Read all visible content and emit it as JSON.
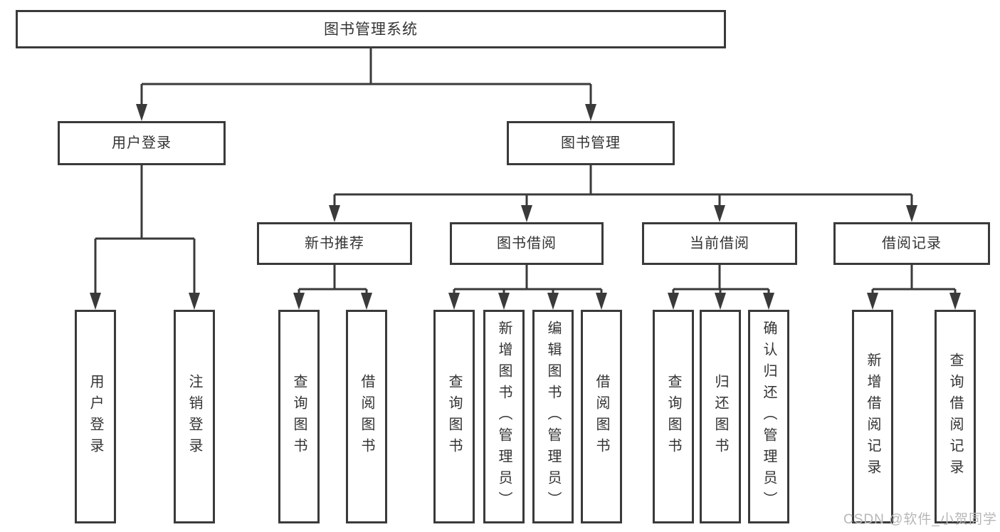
{
  "diagram": {
    "root": {
      "label": "图书管理系统"
    },
    "branches": [
      {
        "label": "用户登录",
        "children": [
          {
            "label": "用户登录"
          },
          {
            "label": "注销登录"
          }
        ]
      },
      {
        "label": "图书管理",
        "children": [
          {
            "label": "新书推荐",
            "children": [
              {
                "label": "查询图书"
              },
              {
                "label": "借阅图书"
              }
            ]
          },
          {
            "label": "图书借阅",
            "children": [
              {
                "label": "查询图书"
              },
              {
                "label": "新增图书（管理员）"
              },
              {
                "label": "编辑图书（管理员）"
              },
              {
                "label": "借阅图书"
              }
            ]
          },
          {
            "label": "当前借阅",
            "children": [
              {
                "label": "查询图书"
              },
              {
                "label": "归还图书"
              },
              {
                "label": "确认归还（管理员）"
              }
            ]
          },
          {
            "label": "借阅记录",
            "children": [
              {
                "label": "新增借阅记录"
              },
              {
                "label": "查询借阅记录"
              }
            ]
          }
        ]
      }
    ]
  },
  "watermark": {
    "text": "CSDN @软件_小贺同学"
  },
  "colors": {
    "line": "#3a3a3a",
    "text": "#333333",
    "background": "#ffffff",
    "watermark": "#b7b7b7"
  }
}
